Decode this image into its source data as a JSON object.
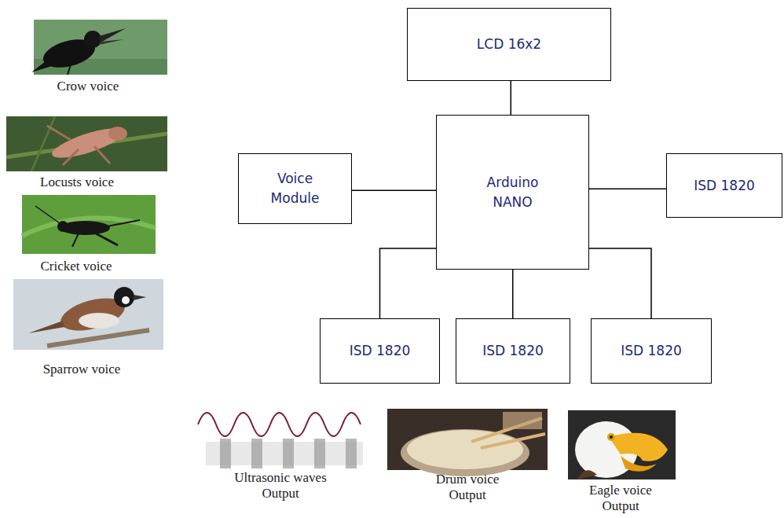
{
  "diagram": {
    "nodes": [
      {
        "text": [
          "LCD 16x2"
        ]
      },
      {
        "text": [
          "Voice Module"
        ]
      },
      {
        "text": [
          "Arduino NANO"
        ]
      },
      {
        "text": [
          "ISD 1820"
        ]
      },
      {
        "text": [
          "ISD 1820"
        ]
      },
      {
        "text": [
          "ISD 1820"
        ]
      },
      {
        "text": [
          "ISD 1820"
        ]
      }
    ],
    "edges": [
      {
        "from": 0,
        "to": 2,
        "arrow": "none"
      },
      {
        "from": 1,
        "to": 2,
        "arrow": "none"
      },
      {
        "from": 2,
        "to": 3,
        "arrow": "none"
      },
      {
        "from": 2,
        "to": 4,
        "arrow": "none"
      },
      {
        "from": 2,
        "to": 5,
        "arrow": "none"
      },
      {
        "from": 2,
        "to": 6,
        "arrow": "none"
      }
    ],
    "labels": [
      "Crow voice",
      "Locusts voice",
      "Cricket voice",
      "Sparrow voice",
      "Ultrasonic waves Output",
      "Drum voice Output",
      "Eagle voice Output"
    ]
  }
}
